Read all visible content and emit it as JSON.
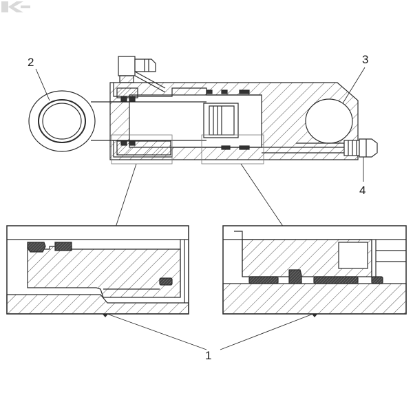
{
  "callouts": [
    {
      "id": "1",
      "label": "1"
    },
    {
      "id": "2",
      "label": "2"
    },
    {
      "id": "3",
      "label": "3"
    },
    {
      "id": "4",
      "label": "4"
    }
  ],
  "colors": {
    "line": "#2b2b2b",
    "hatch": "#555555",
    "seal": "#3a3a3a",
    "logo": "#d9d9d9"
  },
  "logo_icon": "brand-k-logo"
}
